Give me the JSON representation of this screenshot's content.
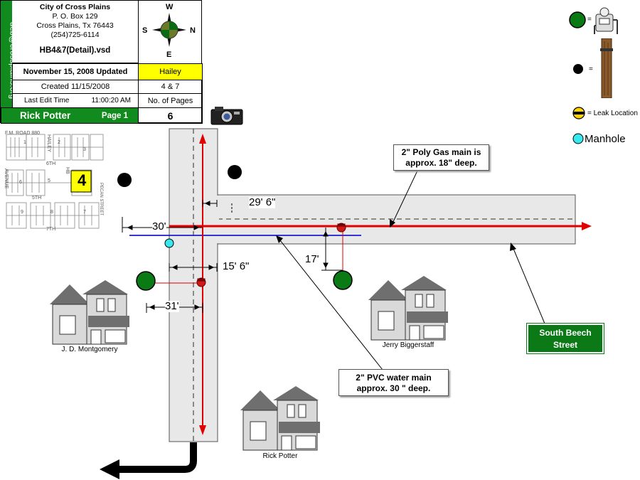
{
  "title_block": {
    "email": "deb@crossplains.org",
    "org_name": "City of Cross Plains",
    "po_box": "P. O. Box 129",
    "city": "Cross Plains, Tx  76443",
    "phone": "(254)725-6114",
    "filename": "HB4&7(Detail).vsd",
    "updated": "November 15, 2008 Updated",
    "name_tag": "Hailey",
    "created": "Created 11/15/2008",
    "blocks": "4 & 7",
    "last_edit_label": "Last Edit Time",
    "last_edit_time": "11:00:20 AM",
    "pages_label": "No. of Pages",
    "author": "Rick Potter",
    "page": "Page 1",
    "pages_count": "6",
    "accent_color": "#118a1e",
    "highlight_color": "#ffff00"
  },
  "compass": {
    "north_up": "W",
    "south": "E",
    "west_left": "S",
    "east_right": "N"
  },
  "legend": {
    "meter_eq": "=",
    "pole_eq": "=",
    "leak": "= Leak Location",
    "manhole": "Manhole"
  },
  "key_map": {
    "block_number": "4",
    "labels": [
      "F.M. ROAD 880",
      "HAILEY",
      "AVENUE",
      "HB",
      "PECAN STREET",
      "5TH",
      "6TH",
      "7TH"
    ],
    "numbers": [
      "1",
      "2",
      "3",
      "6",
      "5",
      "9",
      "8",
      "7"
    ]
  },
  "measurements": {
    "m1": "29' 6\"",
    "m2": "30'",
    "m3": "17'",
    "m4": "15' 6\"",
    "m5": "31'"
  },
  "callouts": {
    "gas": "2\" Poly Gas main is approx. 18\" deep.",
    "water": "2\" PVC water main approx. 30 \" deep."
  },
  "street_sign": {
    "line1": "South Beech",
    "line2": "Street"
  },
  "houses": {
    "h1": "J. D. Montgomery",
    "h2": "Jerry Biggerstaff",
    "h3": "Rick Potter"
  },
  "colors": {
    "gas_line": "#e00000",
    "water_line": "#1a1acc",
    "meter": "#0a7a14",
    "manhole": "#38e8ef"
  }
}
